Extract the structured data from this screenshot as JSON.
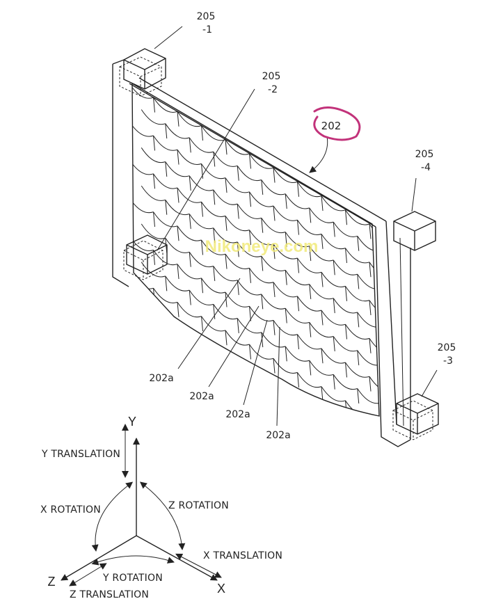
{
  "labels": {
    "m205_1": {
      "num": "205",
      "sub": "-1"
    },
    "m205_2": {
      "num": "205",
      "sub": "-2"
    },
    "m205_3": {
      "num": "205",
      "sub": "-3"
    },
    "m205_4": {
      "num": "205",
      "sub": "-4"
    },
    "mirror": "202",
    "segments": [
      "202a",
      "202a",
      "202a",
      "202a"
    ]
  },
  "watermark": "Nikoneye.com",
  "axes": {
    "y": "Y",
    "x": "X",
    "z": "Z",
    "y_translation": "Y TRANSLATION",
    "x_rotation": "X ROTATION",
    "z_rotation": "Z ROTATION",
    "x_translation": "X TRANSLATION",
    "y_rotation": "Y ROTATION",
    "z_translation": "Z TRANSLATION"
  },
  "colors": {
    "ink": "#222222",
    "highlight_circle": "#c2327a",
    "watermark": "#f2ea7a"
  }
}
